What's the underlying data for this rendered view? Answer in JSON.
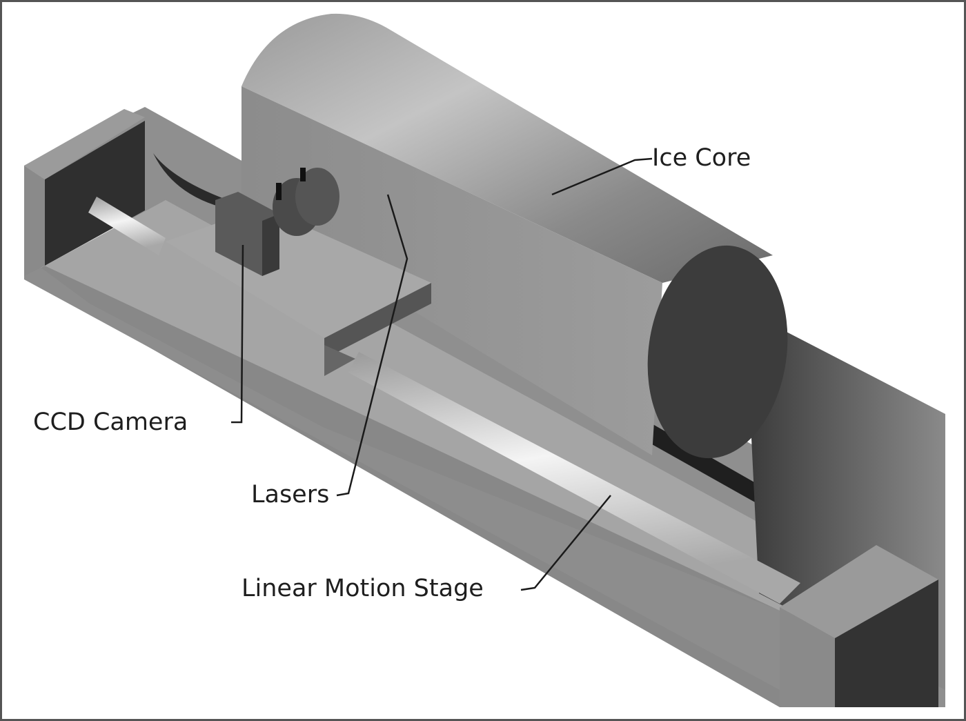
{
  "figure": {
    "labels": {
      "ice_core": "Ice Core",
      "ccd_camera": "CCD Camera",
      "lasers": "Lasers",
      "linear_motion_stage": "Linear Motion Stage"
    }
  }
}
